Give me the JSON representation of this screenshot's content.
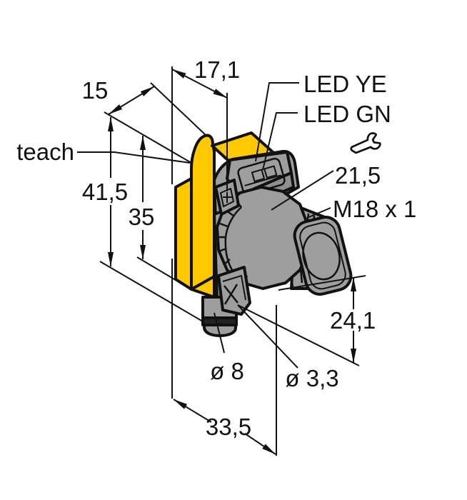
{
  "drawing": {
    "title": "Photoelectric sensor dimensional drawing",
    "colors": {
      "housing_yellow": "#FFC800",
      "body_gray": "#9E9E9E",
      "outline_black": "#111111",
      "window_white": "#F4F4F4",
      "lens_white": "#FFFFFF",
      "band_dark": "#222222",
      "background": "#FFFFFF"
    },
    "dimensions": {
      "top_depth": "17,1",
      "bracket_depth": "15",
      "overall_height": "41,5",
      "housing_height": "35",
      "front_height": "24,1",
      "overall_length": "33,5",
      "connector_dia": "ø 8",
      "hole_dia": "ø 3,3"
    },
    "callouts": {
      "teach": "teach",
      "led_yellow": "LED YE",
      "led_green": "LED GN",
      "wrench_flat": "21,5",
      "thread": "M18 x 1"
    },
    "icons": {
      "wrench": "open-end-wrench-icon"
    }
  }
}
